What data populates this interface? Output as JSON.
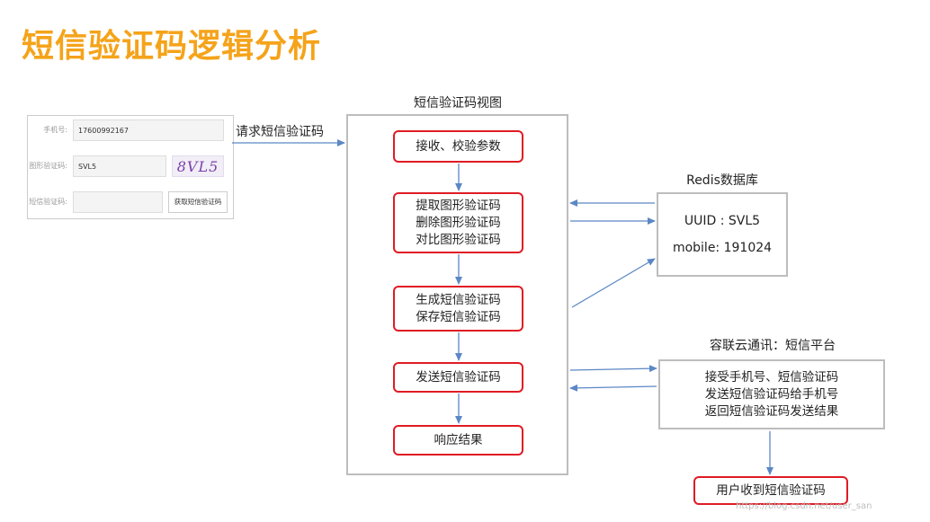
{
  "title": "短信验证码逻辑分析",
  "form": {
    "phone_label": "手机号:",
    "phone_value": "17600992167",
    "image_code_label": "图形验证码:",
    "image_code_value": "SVL5",
    "captcha_text": "8VL5",
    "sms_code_label": "短信验证码:",
    "sms_code_value": "",
    "get_sms_button": "获取短信验证码"
  },
  "edges": {
    "request_label": "请求短信验证码"
  },
  "view": {
    "label": "短信验证码视图",
    "steps": [
      {
        "lines": [
          "接收、校验参数"
        ]
      },
      {
        "lines": [
          "提取图形验证码",
          "删除图形验证码",
          "对比图形验证码"
        ]
      },
      {
        "lines": [
          "生成短信验证码",
          "保存短信验证码"
        ]
      },
      {
        "lines": [
          "发送短信验证码"
        ]
      },
      {
        "lines": [
          "响应结果"
        ]
      }
    ]
  },
  "redis": {
    "label": "Redis数据库",
    "lines": [
      "UUID : SVL5",
      "mobile: 191024"
    ]
  },
  "sms_platform": {
    "label": "容联云通讯：短信平台",
    "lines": [
      "接受手机号、短信验证码",
      "发送短信验证码给手机号",
      "返回短信验证码发送结果"
    ]
  },
  "user_receive": {
    "lines": [
      "用户收到短信验证码"
    ]
  },
  "watermark": "https://blog.csdn.net/user_san",
  "colors": {
    "title": "#f5a31a",
    "step_border": "#e01b24",
    "container_border": "#bdbdbd",
    "arrow": "#5b87c5"
  }
}
